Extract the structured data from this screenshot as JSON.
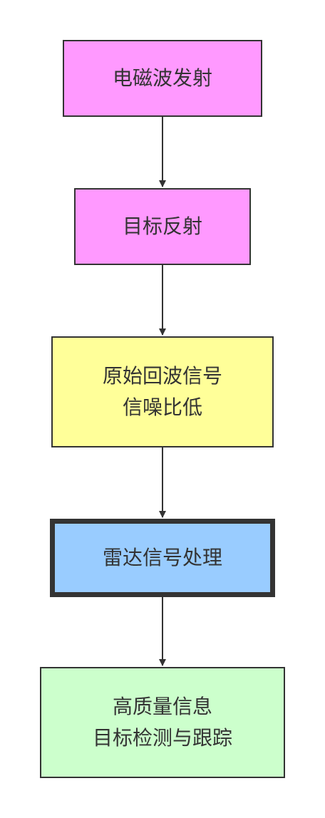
{
  "colors": {
    "pink": "#ff99ff",
    "yellow": "#ffff99",
    "blue": "#99ccff",
    "green": "#ccffcc",
    "border": "#333333"
  },
  "nodes": [
    {
      "id": "n1",
      "lines": [
        "电磁波发射"
      ]
    },
    {
      "id": "n2",
      "lines": [
        "目标反射"
      ]
    },
    {
      "id": "n3",
      "lines": [
        "原始回波信号",
        "信噪比低"
      ]
    },
    {
      "id": "n4",
      "lines": [
        "雷达信号处理"
      ]
    },
    {
      "id": "n5",
      "lines": [
        "高质量信息",
        "目标检测与跟踪"
      ]
    }
  ]
}
